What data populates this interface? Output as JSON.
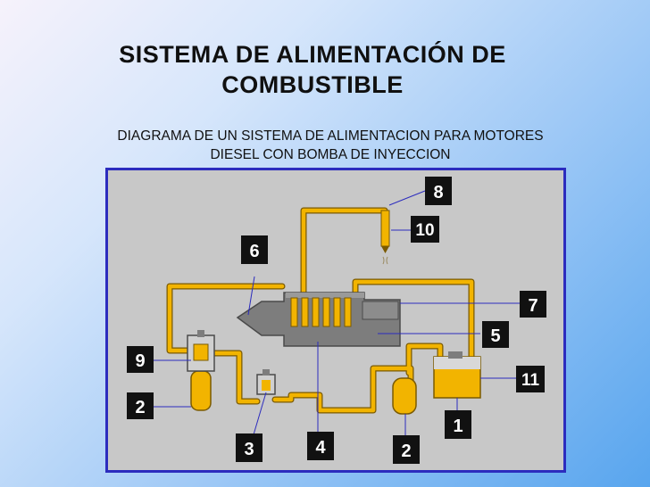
{
  "slide": {
    "title_line1": "SISTEMA DE ALIMENTACIÓN DE",
    "title_line2": "COMBUSTIBLE",
    "subtitle_line1": "DIAGRAMA DE UN SISTEMA DE ALIMENTACION PARA MOTORES",
    "subtitle_line2": "DIESEL CON BOMBA DE INYECCION"
  },
  "diagram": {
    "colors": {
      "panel_border": "#2c2cbe",
      "panel_fill": "#c8c8c8",
      "fuel_line": "#f2b400",
      "fuel_line_edge": "#7a5a00",
      "component_gray": "#7d7d7d",
      "label_box": "#111111",
      "label_text": "#ffffff"
    },
    "labels": {
      "l1": "1",
      "l2a": "2",
      "l2b": "2",
      "l3": "3",
      "l4": "4",
      "l5": "5",
      "l6": "6",
      "l7": "7",
      "l8": "8",
      "l9": "9",
      "l10": "10",
      "l11": "11"
    }
  }
}
